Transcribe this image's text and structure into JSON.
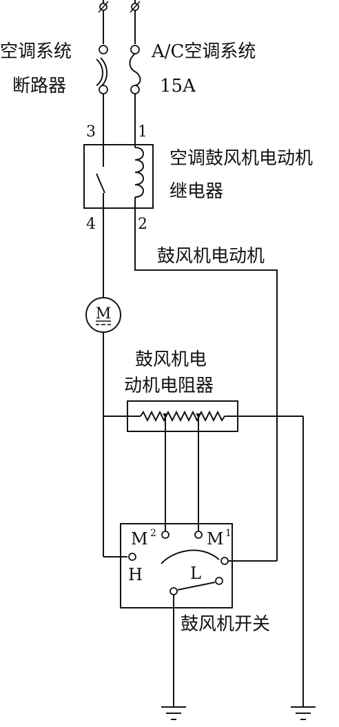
{
  "labels": {
    "ac_breaker_line1": "空调系统",
    "ac_breaker_line2": "断路器",
    "ac_fuse_line1": "A/C空调系统",
    "ac_fuse_line2": "15A",
    "relay_line1": "空调鼓风机电动机",
    "relay_line2": "继电器",
    "relay_pin3": "3",
    "relay_pin1": "1",
    "relay_pin4": "4",
    "relay_pin2": "2",
    "blower_motor_wire": "鼓风机电动机",
    "motor_symbol": "M",
    "resistor_line1": "鼓风机电",
    "resistor_line2": "动机电阻器",
    "switch_m2": "M",
    "switch_m2_sup": "2",
    "switch_m1": "M",
    "switch_m1_sup": "1",
    "switch_h": "H",
    "switch_l": "L",
    "blower_switch": "鼓风机开关"
  },
  "colors": {
    "line": "#111111",
    "background": "#ffffff"
  }
}
